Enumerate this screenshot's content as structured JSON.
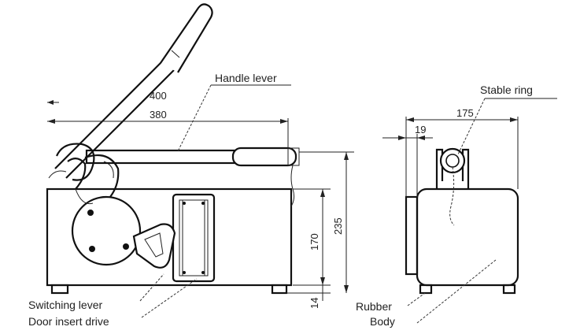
{
  "labels": {
    "handle_lever": "Handle lever",
    "stable_ring": "Stable ring",
    "switching_lever": "Switching lever",
    "door_insert_drive": "Door insert drive",
    "rubber": "Rubber",
    "body": "Body"
  },
  "dimensions": {
    "d400": "400",
    "d380": "380",
    "d175": "175",
    "d19": "19",
    "d235": "235",
    "d170": "170",
    "d14": "14"
  }
}
